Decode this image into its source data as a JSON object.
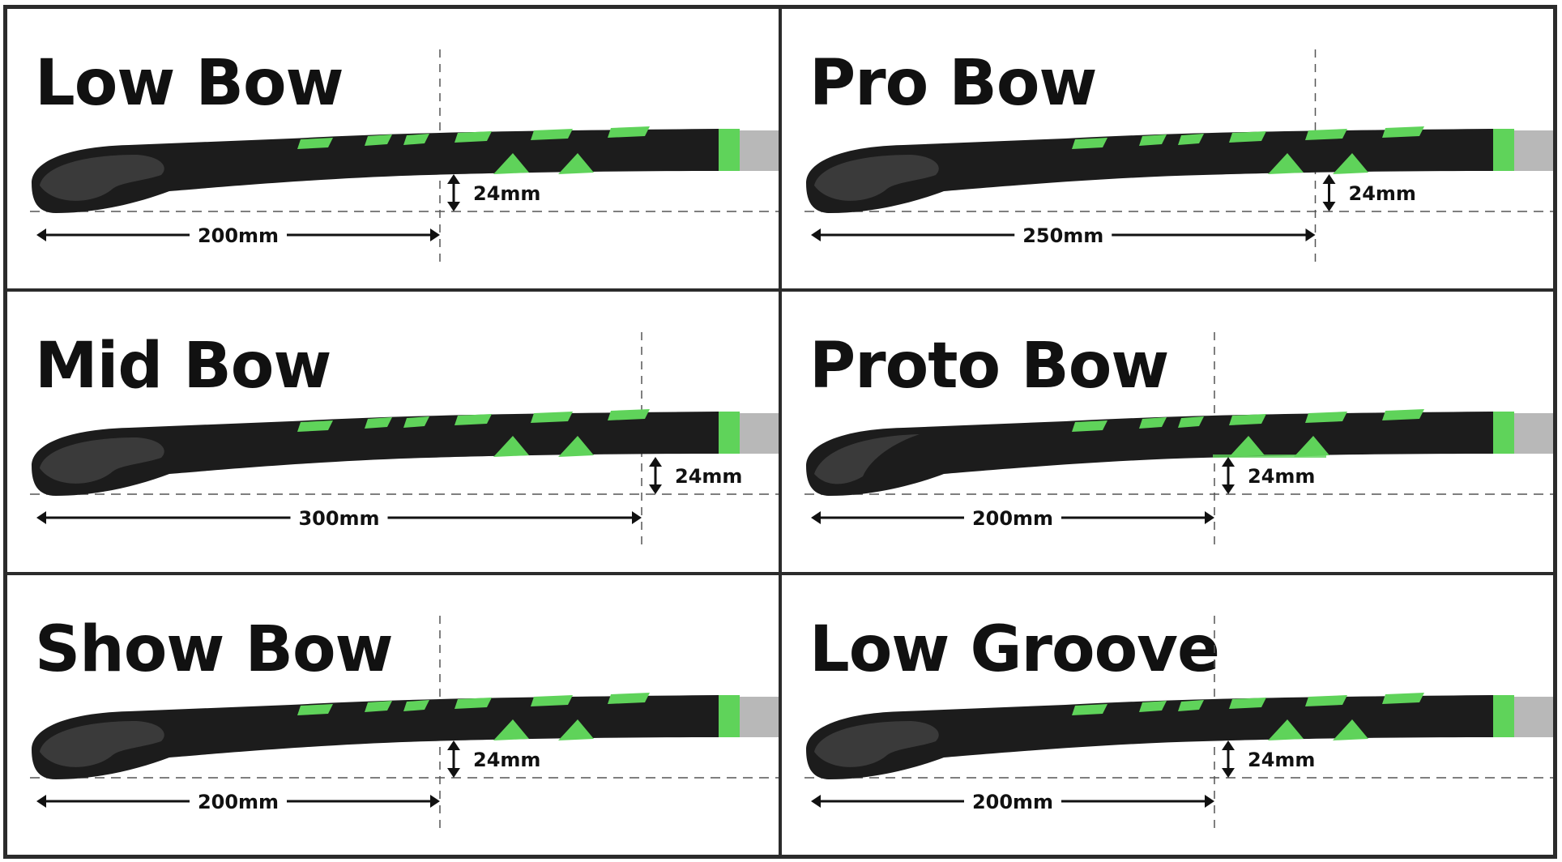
{
  "colors": {
    "accent_green": "#5fd35a",
    "stick_black": "#1c1c1c",
    "handle_grey": "#b8b8b8"
  },
  "panels": [
    {
      "title": "Low Bow",
      "bow_height": "24mm",
      "bow_position": "200mm",
      "position_mm": 200
    },
    {
      "title": "Pro Bow",
      "bow_height": "24mm",
      "bow_position": "250mm",
      "position_mm": 250
    },
    {
      "title": "Mid Bow",
      "bow_height": "24mm",
      "bow_position": "300mm",
      "position_mm": 300
    },
    {
      "title": "Proto Bow",
      "bow_height": "24mm",
      "bow_position": "200mm",
      "position_mm": 200
    },
    {
      "title": "Show Bow",
      "bow_height": "24mm",
      "bow_position": "200mm",
      "position_mm": 200
    },
    {
      "title": "Low Groove",
      "bow_height": "24mm",
      "bow_position": "200mm",
      "position_mm": 200
    }
  ]
}
